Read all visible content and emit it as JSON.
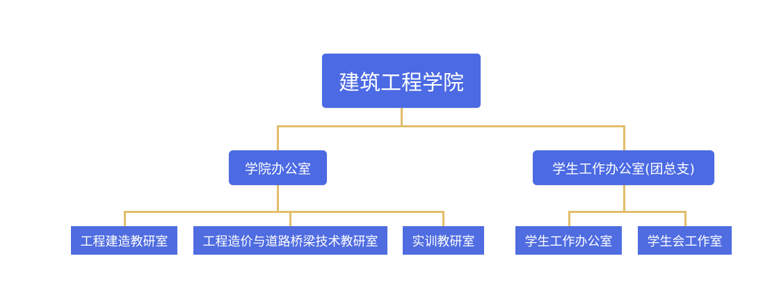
{
  "org_chart": {
    "root": {
      "label": "建筑工程学院"
    },
    "departments": [
      {
        "label": "学院办公室",
        "units": [
          {
            "label": "工程建造教研室"
          },
          {
            "label": "工程造价与道路桥梁技术教研室"
          },
          {
            "label": "实训教研室"
          }
        ]
      },
      {
        "label": "学生工作办公室(团总支)",
        "units": [
          {
            "label": "学生工作办公室"
          },
          {
            "label": "学生会工作室"
          }
        ]
      }
    ],
    "colors": {
      "node": "#4b6ae3",
      "connector": "#e2bd6a",
      "text": "#ffffff"
    }
  }
}
